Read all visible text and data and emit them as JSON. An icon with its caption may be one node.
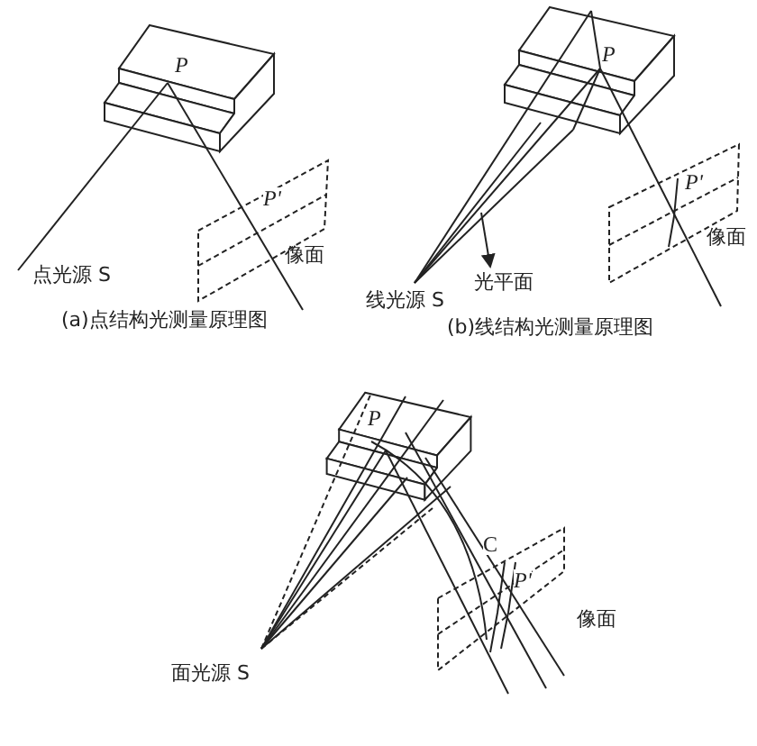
{
  "diagram": {
    "nodes": [
      {
        "text": [
          "光平面"
        ]
      },
      {
        "text": [],
        "shape": "triangle"
      }
    ],
    "edges": [
      {
        "from": 1,
        "to": 0,
        "arrow": "to"
      }
    ],
    "labels": [
      "P",
      "P'",
      "像面",
      "点光源 S",
      "(a)点结构光测量原理图",
      "P",
      "P'",
      "像面",
      "线光源 S",
      "(b)线结构光测量原理图",
      "P",
      "C",
      "P'",
      "像面",
      "面光源 S"
    ]
  }
}
